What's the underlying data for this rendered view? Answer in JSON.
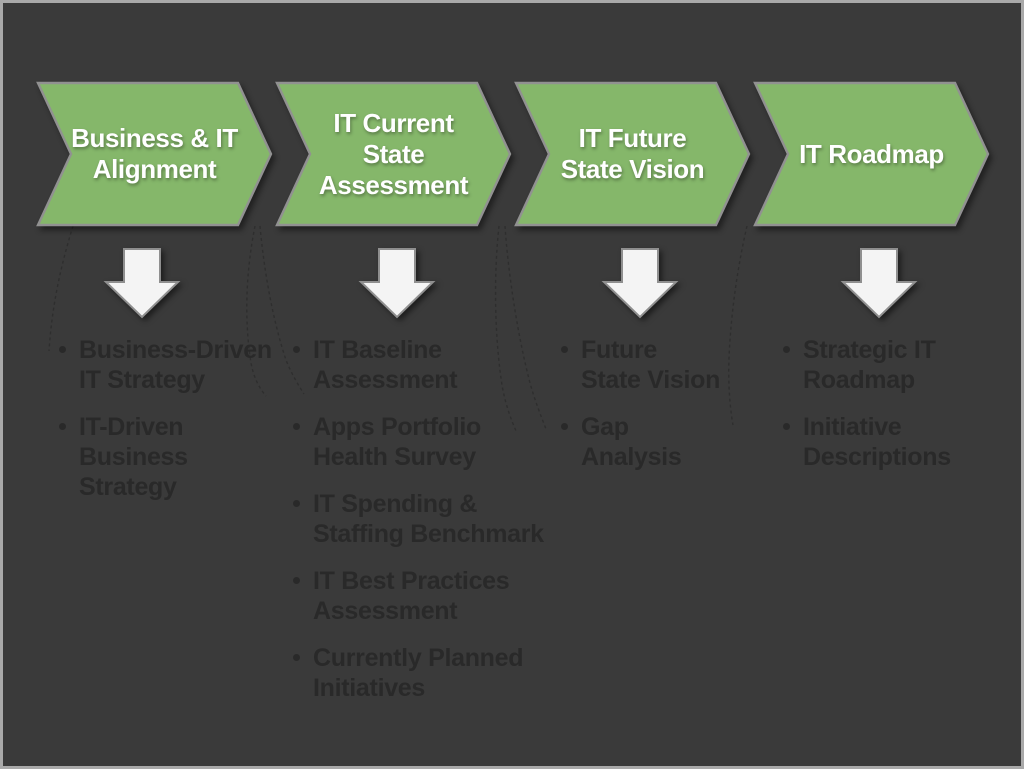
{
  "colors": {
    "canvas_bg": "#3a3a3a",
    "canvas_border": "#a9a9a9",
    "chevron_fill": "#85b76a",
    "chevron_outline": "#919191",
    "chevron_text": "#ffffff",
    "arrow_fill": "#f4f4f4",
    "arrow_outline": "#8f8f8f",
    "bullet_text": "#292929",
    "curve_color": "#2d2d2d"
  },
  "stages": [
    {
      "label": "Business & IT\nAlignment",
      "bullets": [
        "Business-Driven\nIT Strategy",
        "IT-Driven\nBusiness\nStrategy"
      ]
    },
    {
      "label": "IT Current\nState\nAssessment",
      "bullets": [
        "IT Baseline\nAssessment",
        "Apps Portfolio\nHealth Survey",
        "IT Spending &\nStaffing Benchmark",
        "IT Best Practices\nAssessment",
        "Currently Planned\nInitiatives"
      ]
    },
    {
      "label": "IT Future\nState Vision",
      "bullets": [
        "Future\nState Vision",
        "Gap\nAnalysis"
      ]
    },
    {
      "label": "IT Roadmap",
      "bullets": [
        "Strategic IT\nRoadmap",
        "Initiative\nDescriptions"
      ]
    }
  ]
}
